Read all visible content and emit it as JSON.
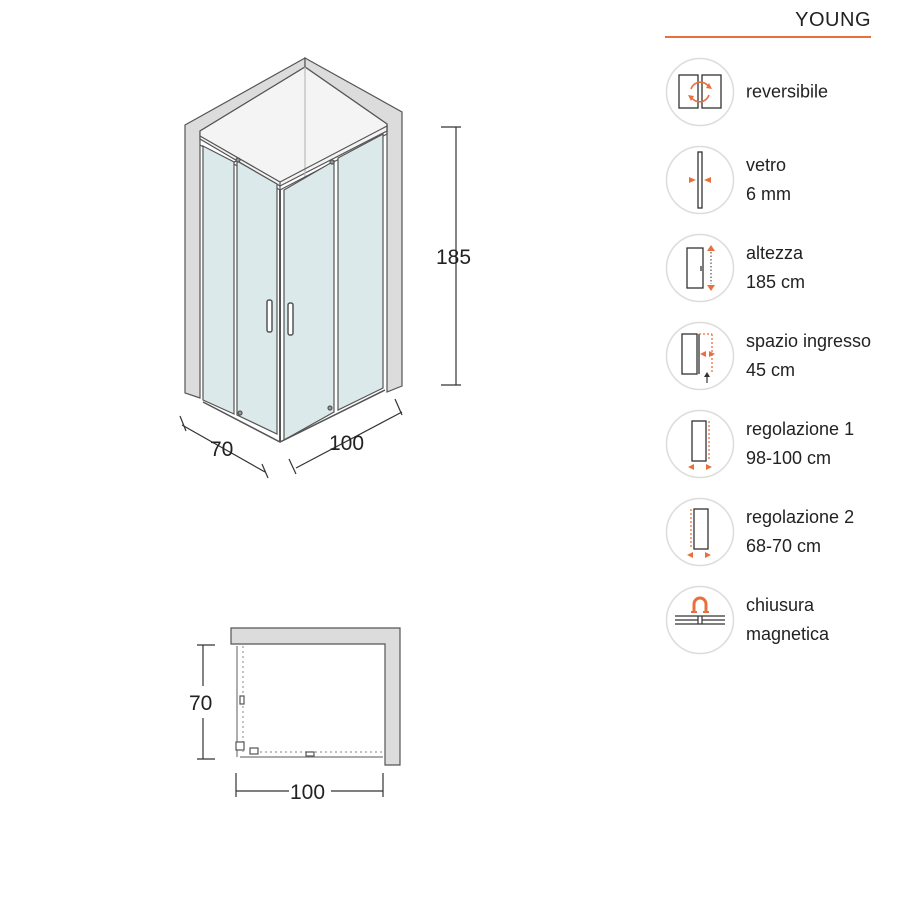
{
  "brand": {
    "name": "YOUNG"
  },
  "colors": {
    "accent": "#e8703f",
    "line": "#555555",
    "glass": "#dbe9eb",
    "frame": "#dcdcdc"
  },
  "iso_view": {
    "height_label": "185",
    "depth_label": "70",
    "width_label": "100"
  },
  "plan_view": {
    "depth_label": "70",
    "width_label": "100"
  },
  "features": [
    {
      "icon": "reversible-icon",
      "line1": "reversibile",
      "line2": ""
    },
    {
      "icon": "glass-thickness-icon",
      "line1": "vetro",
      "line2": "6 mm"
    },
    {
      "icon": "height-icon",
      "line1": "altezza",
      "line2": "185 cm"
    },
    {
      "icon": "entry-space-icon",
      "line1": "spazio ingresso",
      "line2": "45 cm"
    },
    {
      "icon": "adjustment-1-icon",
      "line1": "regolazione 1",
      "line2": "98-100 cm"
    },
    {
      "icon": "adjustment-2-icon",
      "line1": "regolazione 2",
      "line2": "68-70 cm"
    },
    {
      "icon": "magnetic-closure-icon",
      "line1": "chiusura",
      "line2": "magnetica"
    }
  ]
}
